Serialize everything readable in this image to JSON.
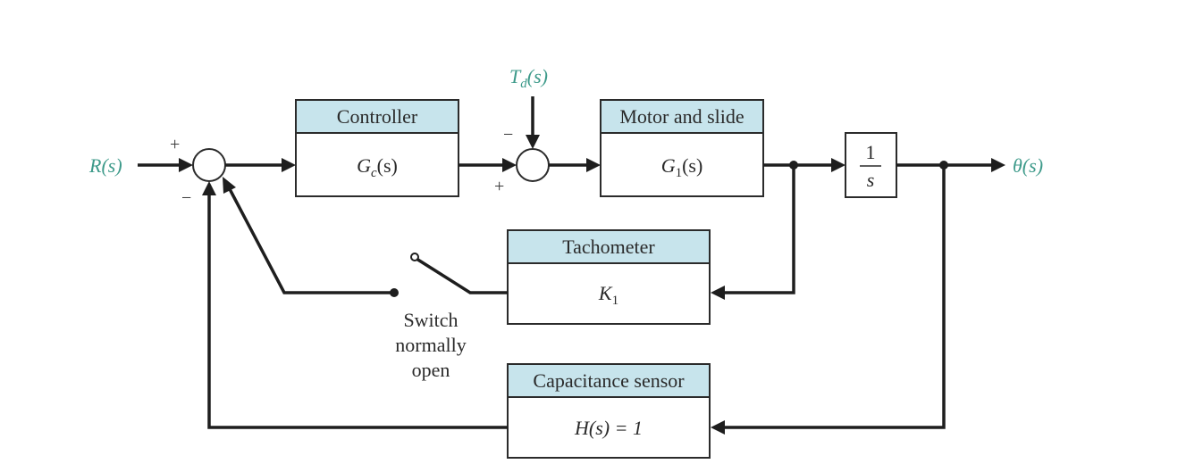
{
  "diagram": {
    "type": "block-diagram",
    "signals": {
      "input": "R(s)",
      "disturbance_main": "T",
      "disturbance_sub": "d",
      "disturbance_arg": "(s)",
      "output": "θ(s)"
    },
    "blocks": {
      "controller": {
        "header": "Controller",
        "tf_main": "G",
        "tf_sub": "c",
        "tf_arg": "(s)"
      },
      "motor": {
        "header": "Motor and slide",
        "tf_main": "G",
        "tf_sub": "1",
        "tf_arg": "(s)"
      },
      "integrator": {
        "numerator": "1",
        "denominator": "s"
      },
      "tachometer": {
        "header": "Tachometer",
        "tf_main": "K",
        "tf_sub": "1"
      },
      "sensor": {
        "header": "Capacitance sensor",
        "tf": "H(s) = 1"
      }
    },
    "summing_junction_1": {
      "plus": "+",
      "minus": "−"
    },
    "summing_junction_2": {
      "plus": "+",
      "minus": "−"
    },
    "switch": {
      "line1": "Switch",
      "line2": "normally",
      "line3": "open"
    }
  }
}
